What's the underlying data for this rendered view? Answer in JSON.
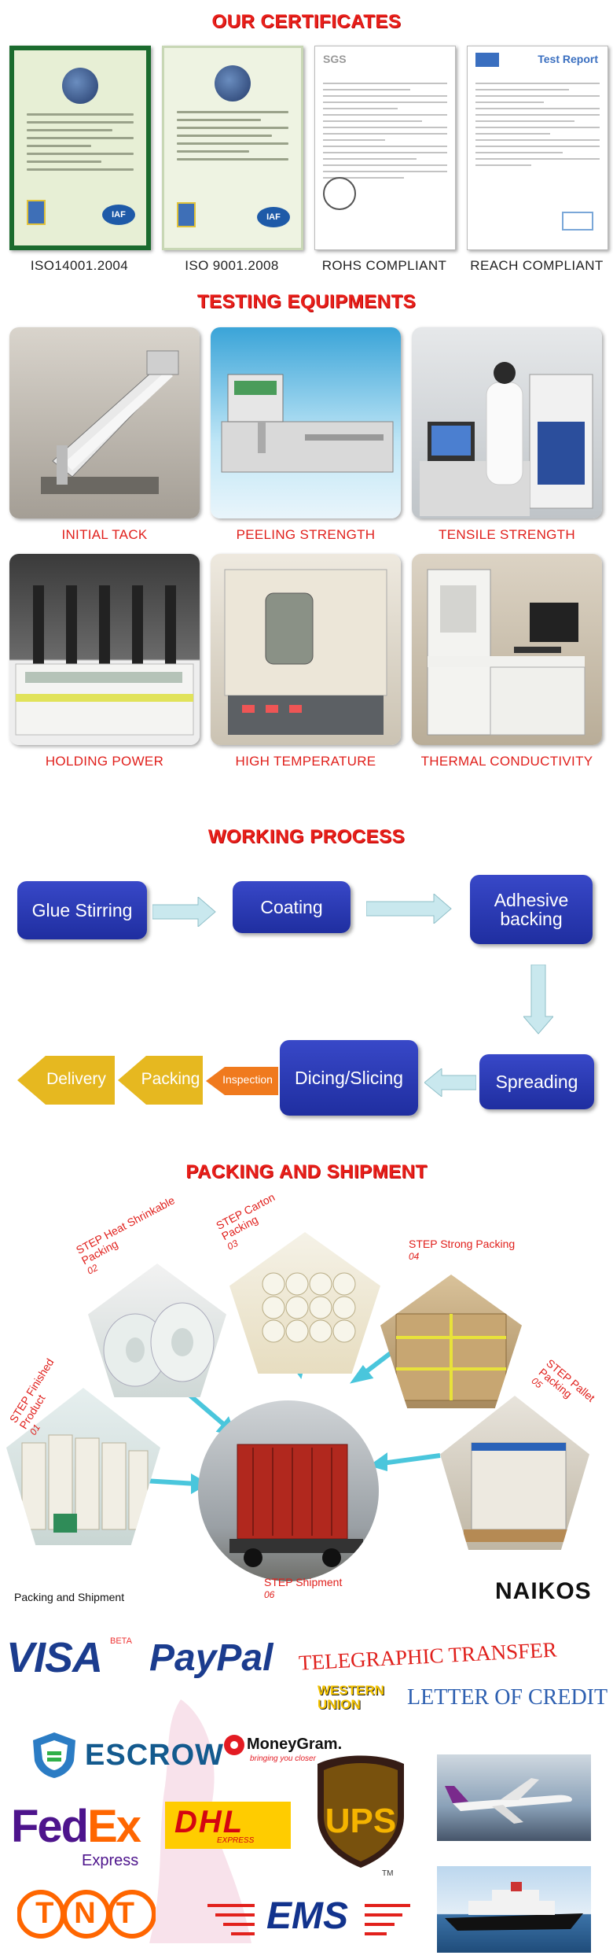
{
  "sections": {
    "certificates": "OUR CERTIFICATES",
    "testing": "TESTING EQUIPMENTS",
    "process": "WORKING PROCESS",
    "packing": "PACKING AND SHIPMENT"
  },
  "certificates": [
    {
      "label": "ISO14001.2004"
    },
    {
      "label": "ISO 9001.2008"
    },
    {
      "label": "ROHS COMPLIANT",
      "header": "SGS"
    },
    {
      "label": "REACH COMPLIANT",
      "header": "Test Report"
    }
  ],
  "testing": [
    {
      "label": "INITIAL TACK"
    },
    {
      "label": "PEELING STRENGTH"
    },
    {
      "label": "TENSILE STRENGTH"
    },
    {
      "label": "HOLDING POWER"
    },
    {
      "label": "HIGH TEMPERATURE"
    },
    {
      "label": "THERMAL CONDUCTIVITY"
    }
  ],
  "process": {
    "glue": "Glue Stirring",
    "coating": "Coating",
    "adhesive": "Adhesive backing",
    "spreading": "Spreading",
    "dicing": "Dicing/Slicing",
    "inspection": "Inspection",
    "packing": "Packing",
    "delivery": "Delivery"
  },
  "packing": {
    "caption": "Packing and Shipment",
    "brand": "NAIKOS",
    "steps": [
      {
        "step": "STEP",
        "num": "01",
        "name": "Finished Product"
      },
      {
        "step": "STEP",
        "num": "02",
        "name": "Heat Shrinkable Packing"
      },
      {
        "step": "STEP",
        "num": "03",
        "name": "Carton Packing"
      },
      {
        "step": "STEP",
        "num": "04",
        "name": "Strong Packing"
      },
      {
        "step": "STEP",
        "num": "05",
        "name": "Pallet Packing"
      },
      {
        "step": "STEP",
        "num": "06",
        "name": "Shipment"
      }
    ]
  },
  "payment": {
    "visa": "VISA",
    "visa_beta": "BETA",
    "paypal": "PayPal",
    "telegraphic": "TELEGRAPHIC TRANSFER",
    "western": "WESTERN",
    "union": "UNION",
    "loc": "LETTER OF CREDIT",
    "escrow": "ESCROW",
    "moneygram": "MoneyGram.",
    "moneygram_tag": "bringing you closer",
    "fedex_fed": "Fed",
    "fedex_ex": "Ex",
    "fedex_express": "Express",
    "dhl": "DHL",
    "dhl_express": "EXPRESS",
    "ups": "UPS",
    "tm": "TM",
    "tnt": "TNT",
    "ems": "EMS"
  },
  "colors": {
    "title_red": "#e8201b",
    "process_blue": "#2636b4",
    "arrow_blue": "#bfe3ea",
    "arrow_yellow": "#e6b820",
    "arrow_orange": "#f07a1e"
  }
}
